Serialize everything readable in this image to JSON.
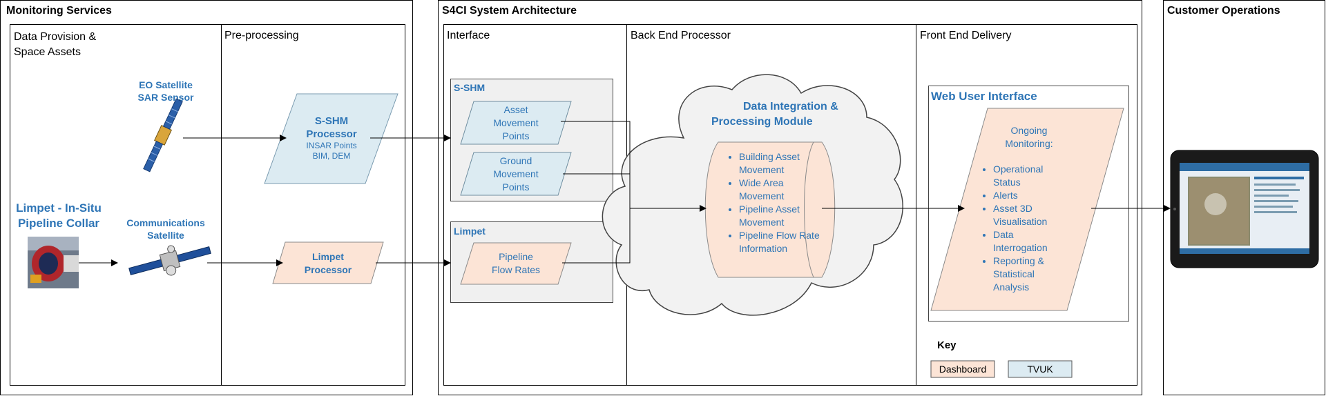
{
  "sections": {
    "monitoring": "Monitoring Services",
    "s4ci": "S4CI System Architecture",
    "customer": "Customer Operations"
  },
  "columns": {
    "data_provision_line1": "Data Provision &",
    "data_provision_line2": "Space Assets",
    "preprocessing": "Pre-processing",
    "interface": "Interface",
    "back_end": "Back End Processor",
    "front_end": "Front End Delivery"
  },
  "assets": {
    "eo_line1": "EO Satellite",
    "eo_line2": "SAR Sensor",
    "limpet_line1": "Limpet - In-Situ",
    "limpet_line2": "Pipeline Collar",
    "comms_line1": "Communications",
    "comms_line2": "Satellite"
  },
  "processors": {
    "sshm_line1": "S-SHM",
    "sshm_line2": "Processor",
    "sshm_line3": "INSAR Points",
    "sshm_line4": "BIM, DEM",
    "limpet_line1": "Limpet",
    "limpet_line2": "Processor"
  },
  "interface": {
    "sshm_title": "S-SHM",
    "asset_line1": "Asset",
    "asset_line2": "Movement",
    "asset_line3": "Points",
    "ground_line1": "Ground",
    "ground_line2": "Movement",
    "ground_line3": "Points",
    "limpet_title": "Limpet",
    "pipeline_line1": "Pipeline",
    "pipeline_line2": "Flow Rates"
  },
  "backend": {
    "title_line1": "Data Integration &",
    "title_line2": "Processing Module",
    "items": [
      "Building Asset Movement",
      "Wide Area Movement",
      "Pipeline Asset Movement",
      "Pipeline Flow Rate Information"
    ]
  },
  "frontend": {
    "title": "Web User Interface",
    "ongoing_line1": "Ongoing",
    "ongoing_line2": "Monitoring:",
    "items": [
      "Operational Status",
      "Alerts",
      "Asset 3D Visualisation",
      "Data Interrogation",
      "Reporting & Statistical Analysis"
    ]
  },
  "key": {
    "title": "Key",
    "dashboard": "Dashboard",
    "tvuk": "TVUK"
  },
  "colors": {
    "tvuk_fill": "#DCEBF2",
    "dashboard_fill": "#FCE4D6",
    "accent_blue": "#2E75B6"
  }
}
